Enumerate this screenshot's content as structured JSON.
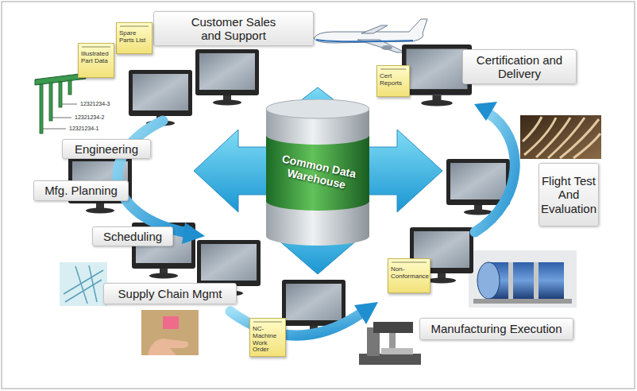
{
  "diagram": {
    "nodes": [
      {
        "text": [
          "Customer Sales and Support"
        ]
      },
      {
        "text": [
          "Spare Parts List"
        ]
      },
      {
        "text": [
          "Illustrated Part Data"
        ]
      },
      {
        "text": [
          "Certification and Delivery"
        ]
      },
      {
        "text": [
          "Cert Reports"
        ]
      },
      {
        "text": [
          "Common Data Warehouse"
        ]
      },
      {
        "text": [
          "Engineering"
        ]
      },
      {
        "text": [
          "Flight Test And Evaluation"
        ]
      },
      {
        "text": [
          "Mfg. Planning"
        ]
      },
      {
        "text": [
          "Scheduling"
        ]
      },
      {
        "text": [
          "Non-Conformance"
        ]
      },
      {
        "text": [
          "Supply Chain Mgmt"
        ]
      },
      {
        "text": [
          "NC-Machine Work Order"
        ]
      },
      {
        "text": [
          "Manufacturing Execution"
        ]
      }
    ],
    "labels": [
      "12321234-3",
      "12321234-2",
      "12321234-1"
    ]
  }
}
